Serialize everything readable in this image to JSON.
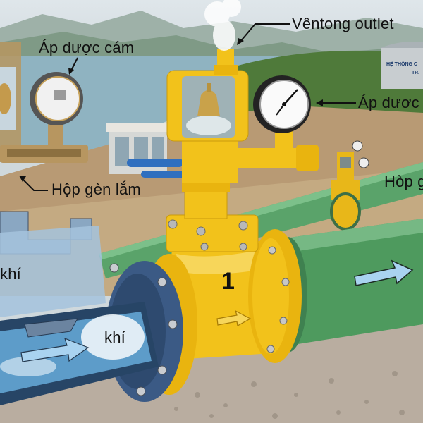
{
  "diagram": {
    "subject": "Pipeline air release valve illustration",
    "labels": {
      "vent_outlet": "Vêntong outlet",
      "pressure_gauge_top_left": "Áp dược cám",
      "pressure_gauge_right": "Áp dươc",
      "housing_left": "Hộp gèn lắm",
      "housing_right": "Hòp g",
      "air_left": "khí",
      "air_pipe": "khí",
      "valve_number": "1"
    },
    "sign": {
      "line1": "HỆ THỐNG C",
      "line2": "TP."
    },
    "colors": {
      "valve_yellow": "#f2c21b",
      "pipe_green": "#4e9a5e",
      "flange_blue": "#3b5a85",
      "water_blue": "#5d9cc9",
      "arrow_light_blue": "#a9d3f0",
      "gravel": "#b9ada0"
    }
  }
}
